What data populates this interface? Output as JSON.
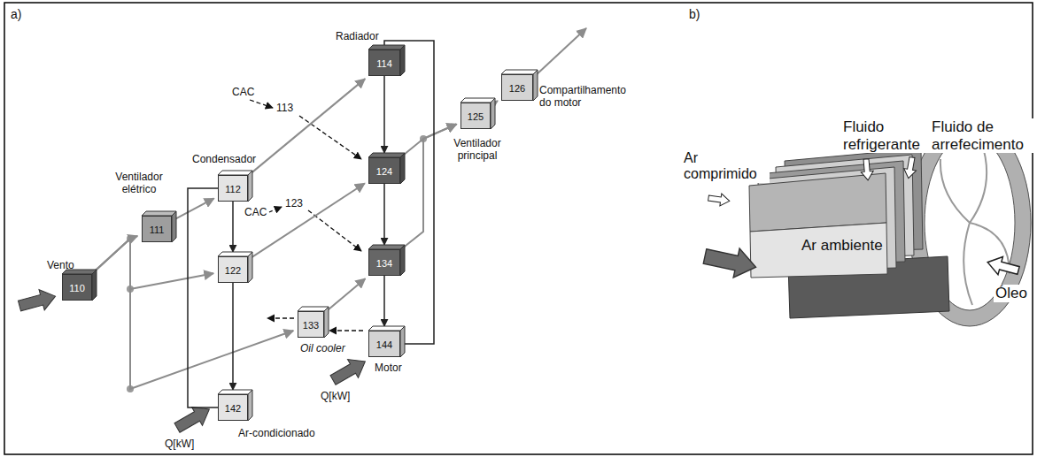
{
  "diagram": {
    "nodes": [
      {
        "text": [
          "110",
          "Vento"
        ]
      },
      {
        "text": [
          "111",
          "Ventilador elétrico"
        ]
      },
      {
        "text": [
          "112",
          "Condensador"
        ]
      },
      {
        "text": [
          "114",
          "Radiador"
        ]
      },
      {
        "text": [
          "122"
        ]
      },
      {
        "text": [
          "124"
        ]
      },
      {
        "text": [
          "133",
          "Oil cooler"
        ]
      },
      {
        "text": [
          "134"
        ]
      },
      {
        "text": [
          "142",
          "Ar-condicionado"
        ]
      },
      {
        "text": [
          "144",
          "Motor"
        ]
      },
      {
        "text": [
          "125",
          "Ventilador principal"
        ]
      },
      {
        "text": [
          "126",
          "Compartilhamento do motor"
        ]
      }
    ],
    "edges": [
      {
        "from": 0,
        "to": 1,
        "arrow": "to"
      },
      {
        "from": 0,
        "to": 4,
        "arrow": "to"
      },
      {
        "from": 0,
        "to": 6,
        "arrow": "to"
      },
      {
        "from": 1,
        "to": 2,
        "arrow": "to"
      },
      {
        "from": 2,
        "to": 3,
        "arrow": "to"
      },
      {
        "from": 4,
        "to": 5,
        "arrow": "to"
      },
      {
        "from": 6,
        "to": 7,
        "arrow": "to"
      },
      {
        "from": 5,
        "to": 10,
        "arrow": "to"
      },
      {
        "from": 7,
        "to": 10,
        "arrow": "to"
      },
      {
        "from": 10,
        "to": 11,
        "arrow": "to"
      },
      {
        "from": 2,
        "to": 4,
        "arrow": "to"
      },
      {
        "from": 4,
        "to": 8,
        "arrow": "to"
      },
      {
        "from": 8,
        "to": 2,
        "arrow": "none"
      },
      {
        "from": 3,
        "to": 5,
        "arrow": "to"
      },
      {
        "from": 5,
        "to": 7,
        "arrow": "to"
      },
      {
        "from": 7,
        "to": 9,
        "arrow": "to"
      },
      {
        "from": 9,
        "to": 3,
        "arrow": "none"
      }
    ],
    "labels": [
      "a)",
      "b)",
      "CAC",
      "113",
      "CAC",
      "123",
      "Q[kW]",
      "Q[kW]",
      "Fluido refrigerante",
      "Fluido de arrefecimento",
      "Ar comprimido",
      "Ar ambiente",
      "Óleo"
    ]
  }
}
